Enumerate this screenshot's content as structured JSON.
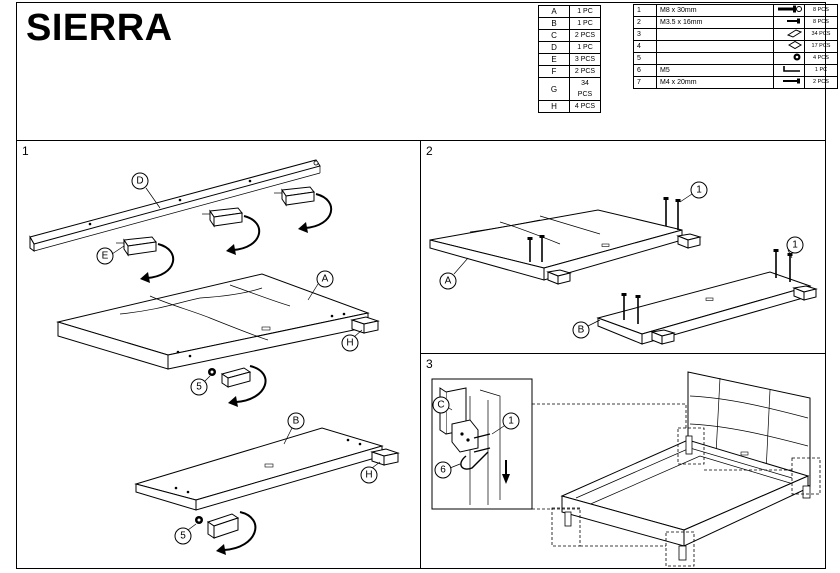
{
  "title": "SIERRA",
  "parts": [
    {
      "letter": "A",
      "qty": "1 PC"
    },
    {
      "letter": "B",
      "qty": "1 PC"
    },
    {
      "letter": "C",
      "qty": "2 PCS"
    },
    {
      "letter": "D",
      "qty": "1 PC"
    },
    {
      "letter": "E",
      "qty": "3 PCS"
    },
    {
      "letter": "F",
      "qty": "2 PCS"
    },
    {
      "letter": "G",
      "qty": "34 PCS"
    },
    {
      "letter": "H",
      "qty": "4 PCS"
    }
  ],
  "hardware": [
    {
      "no": "1",
      "desc": "M8 x 30mm",
      "icon": "bolt-icon",
      "qty": "8 PCS"
    },
    {
      "no": "2",
      "desc": "M3.5 x 16mm",
      "icon": "screw-icon",
      "qty": "8 PCS"
    },
    {
      "no": "3",
      "desc": "",
      "icon": "slat-clip-icon",
      "qty": "34 PCS"
    },
    {
      "no": "4",
      "desc": "",
      "icon": "slat-holder-icon",
      "qty": "17 PCS"
    },
    {
      "no": "5",
      "desc": "",
      "icon": "washer-icon",
      "qty": "4 PCS"
    },
    {
      "no": "6",
      "desc": "M5",
      "icon": "allen-key-icon",
      "qty": "1 PC"
    },
    {
      "no": "7",
      "desc": "M4 x 20mm",
      "icon": "screw-icon",
      "qty": "2 PCS"
    }
  ],
  "steps": [
    {
      "number": "1",
      "callouts": [
        "D",
        "E",
        "A",
        "H",
        "5",
        "B",
        "H",
        "5"
      ]
    },
    {
      "number": "2",
      "callouts": [
        "1",
        "1",
        "A",
        "B"
      ]
    },
    {
      "number": "3",
      "callouts": [
        "C",
        "1",
        "6"
      ]
    }
  ]
}
